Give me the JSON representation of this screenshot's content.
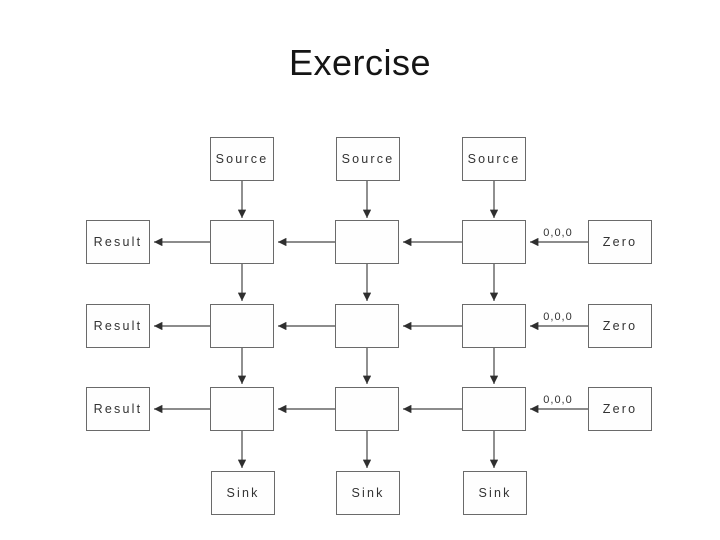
{
  "slide": {
    "title": "Exercise"
  },
  "diagram": {
    "source_labels": [
      "Source",
      "Source",
      "Source"
    ],
    "result_labels": [
      "Result",
      "Result",
      "Result"
    ],
    "zero_labels": [
      "Zero",
      "Zero",
      "Zero"
    ],
    "sink_labels": [
      "Sink",
      "Sink",
      "Sink"
    ],
    "edge_labels": [
      "0,0,0",
      "0,0,0",
      "0,0,0"
    ],
    "grid_node_labels": [
      "",
      "",
      "",
      "",
      "",
      "",
      "",
      "",
      ""
    ],
    "colors": {
      "box_border": "#6a6a6a",
      "label_text": "#333333",
      "arrow_line": "#474747",
      "title_text": "#151515",
      "background": "#ffffff"
    }
  }
}
